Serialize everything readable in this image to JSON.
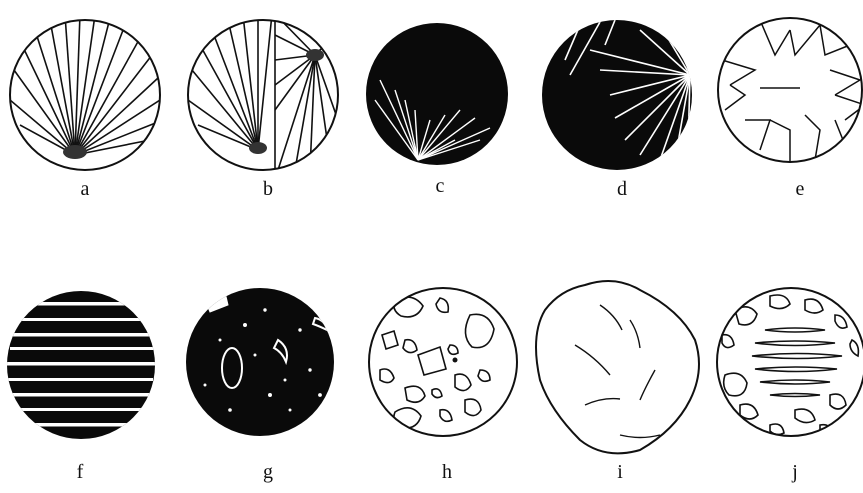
{
  "panels": [
    {
      "label": "a",
      "pattern": "radial-fan-bottom"
    },
    {
      "label": "b",
      "pattern": "double-fan"
    },
    {
      "label": "c",
      "pattern": "dark-fan-bottom"
    },
    {
      "label": "d",
      "pattern": "dark-fan-right"
    },
    {
      "label": "e",
      "pattern": "broken-sheaves"
    },
    {
      "label": "f",
      "pattern": "dark-parallel-bands"
    },
    {
      "label": "g",
      "pattern": "dark-speckled"
    },
    {
      "label": "h",
      "pattern": "scattered-grains"
    },
    {
      "label": "i",
      "pattern": "single-grain"
    },
    {
      "label": "j",
      "pattern": "grains-with-bands"
    }
  ],
  "colors": {
    "line": "#111111",
    "fill_dark": "#0a0a0a",
    "background": "#ffffff"
  }
}
